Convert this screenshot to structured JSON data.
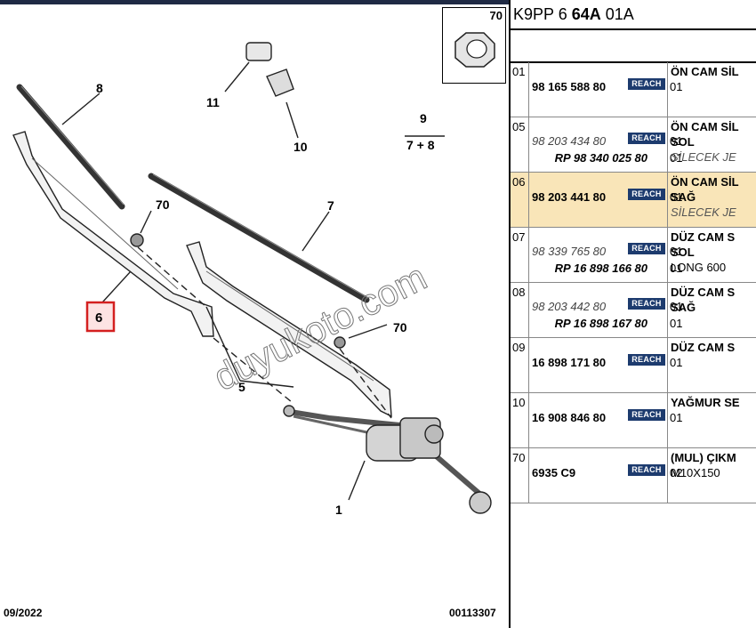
{
  "header": {
    "code_a": "K9PP 6",
    "code_b": "64A",
    "code_c": "01A"
  },
  "thumb_label": "70",
  "footer": {
    "date": "09/2022",
    "code": "00113307"
  },
  "watermark": "duyukoto.com",
  "callouts": {
    "c8": "8",
    "c11": "11",
    "c10": "10",
    "c9": "9",
    "c78": "7 + 8",
    "c70a": "70",
    "c7": "7",
    "c6": "6",
    "c70b": "70",
    "c5": "5",
    "c1": "1"
  },
  "badge": "REACH",
  "rows": [
    {
      "idx": "01",
      "part": "98 165 588 80",
      "part_style": "bold",
      "qty": "01",
      "desc": [
        "ÖN CAM SİL"
      ],
      "rp": "",
      "rp_qty": ""
    },
    {
      "idx": "05",
      "part": "98 203 434 80",
      "part_style": "italic",
      "qty": "01",
      "desc": [
        "ÖN CAM SİL",
        "SOL",
        "SİLECEK JE"
      ],
      "rp": "RP 98 340 025 80",
      "rp_qty": "01"
    },
    {
      "idx": "06",
      "part": "98 203 441 80",
      "part_style": "bold",
      "qty": "01",
      "desc": [
        "ÖN CAM SİL",
        "SAĞ",
        "SİLECEK JE"
      ],
      "rp": "",
      "rp_qty": "",
      "selected": true
    },
    {
      "idx": "07",
      "part": "98 339 765 80",
      "part_style": "italic",
      "qty": "01",
      "desc": [
        "DÜZ CAM S",
        "SOL",
        "LONG 600"
      ],
      "rp": "RP 16 898 166 80",
      "rp_qty": "01"
    },
    {
      "idx": "08",
      "part": "98 203 442 80",
      "part_style": "italic",
      "qty": "01",
      "desc": [
        "DÜZ CAM S",
        "SAĞ"
      ],
      "rp": "RP 16 898 167 80",
      "rp_qty": "01"
    },
    {
      "idx": "09",
      "part": "16 898 171 80",
      "part_style": "bold",
      "qty": "01",
      "desc": [
        "DÜZ CAM S"
      ],
      "rp": "",
      "rp_qty": ""
    },
    {
      "idx": "10",
      "part": "16 908 846 80",
      "part_style": "bold",
      "qty": "01",
      "desc": [
        "YAĞMUR SE"
      ],
      "rp": "",
      "rp_qty": ""
    },
    {
      "idx": "70",
      "part": "6935 C9",
      "part_style": "bold",
      "qty": "02",
      "desc": [
        "(MUL) ÇIKM",
        "M10X150"
      ],
      "rp": "",
      "rp_qty": ""
    }
  ]
}
